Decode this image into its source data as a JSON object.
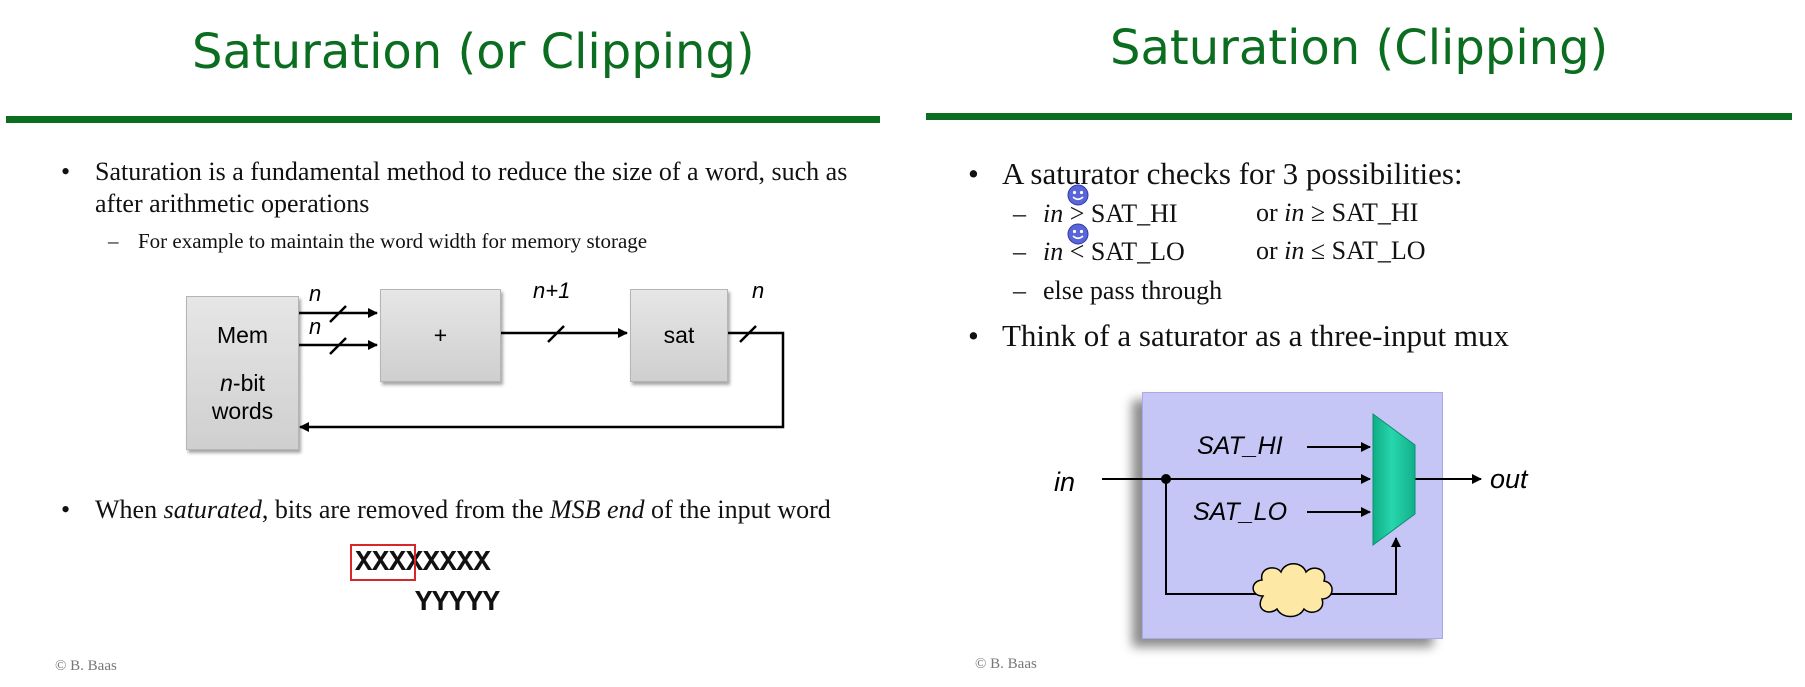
{
  "left_slide": {
    "title": "Saturation (or Clipping)",
    "bullet1": "Saturation is a fundamental method to reduce the size of a word, such as after arithmetic operations",
    "sub1": "For example to maintain the word width for memory storage",
    "diagram": {
      "mem_label": "Mem",
      "mem_n": "n",
      "mem_bit": "-bit",
      "mem_words": "words",
      "adder_label": "+",
      "sat_label": "sat",
      "input_n_top": "n",
      "input_n_bottom": "n",
      "mid_width": "n+1",
      "out_width": "n"
    },
    "bullet2": {
      "part1": "When ",
      "part2": "saturated",
      "part3": ", bits are removed from the ",
      "part4": "MSB end",
      "part5": " of the input word"
    },
    "input_word": "XXXXXXXX",
    "output_word": "YYYYY",
    "footer": "© B. Baas"
  },
  "right_slide": {
    "title": "Saturation (Clipping)",
    "bullet1": "A saturator checks for 3 possibilities:",
    "cond1": {
      "in": "in",
      "op": " > SAT_HI",
      "alt_or": "or ",
      "alt_in": "in",
      "alt_op": " ≥ SAT_HI"
    },
    "cond2": {
      "in": "in",
      "op": " < SAT_LO",
      "alt_or": "or ",
      "alt_in": "in",
      "alt_op": " ≤ SAT_LO"
    },
    "cond3": "else pass through",
    "bullet2": "Think of a saturator as a three-input mux",
    "diagram": {
      "in_label": "in",
      "out_label": "out",
      "sat_hi": "SAT_HI",
      "sat_lo": "SAT_LO"
    },
    "footer": "© B. Baas"
  },
  "colors": {
    "title_green": "#0b6d1f",
    "mux_teal": "#1fc9a1",
    "panel_lavender": "#c5c6f6",
    "cloud_yellow": "#fde8a6",
    "highlight_red": "#d7262c",
    "smiley_blue": "#5965d8"
  }
}
